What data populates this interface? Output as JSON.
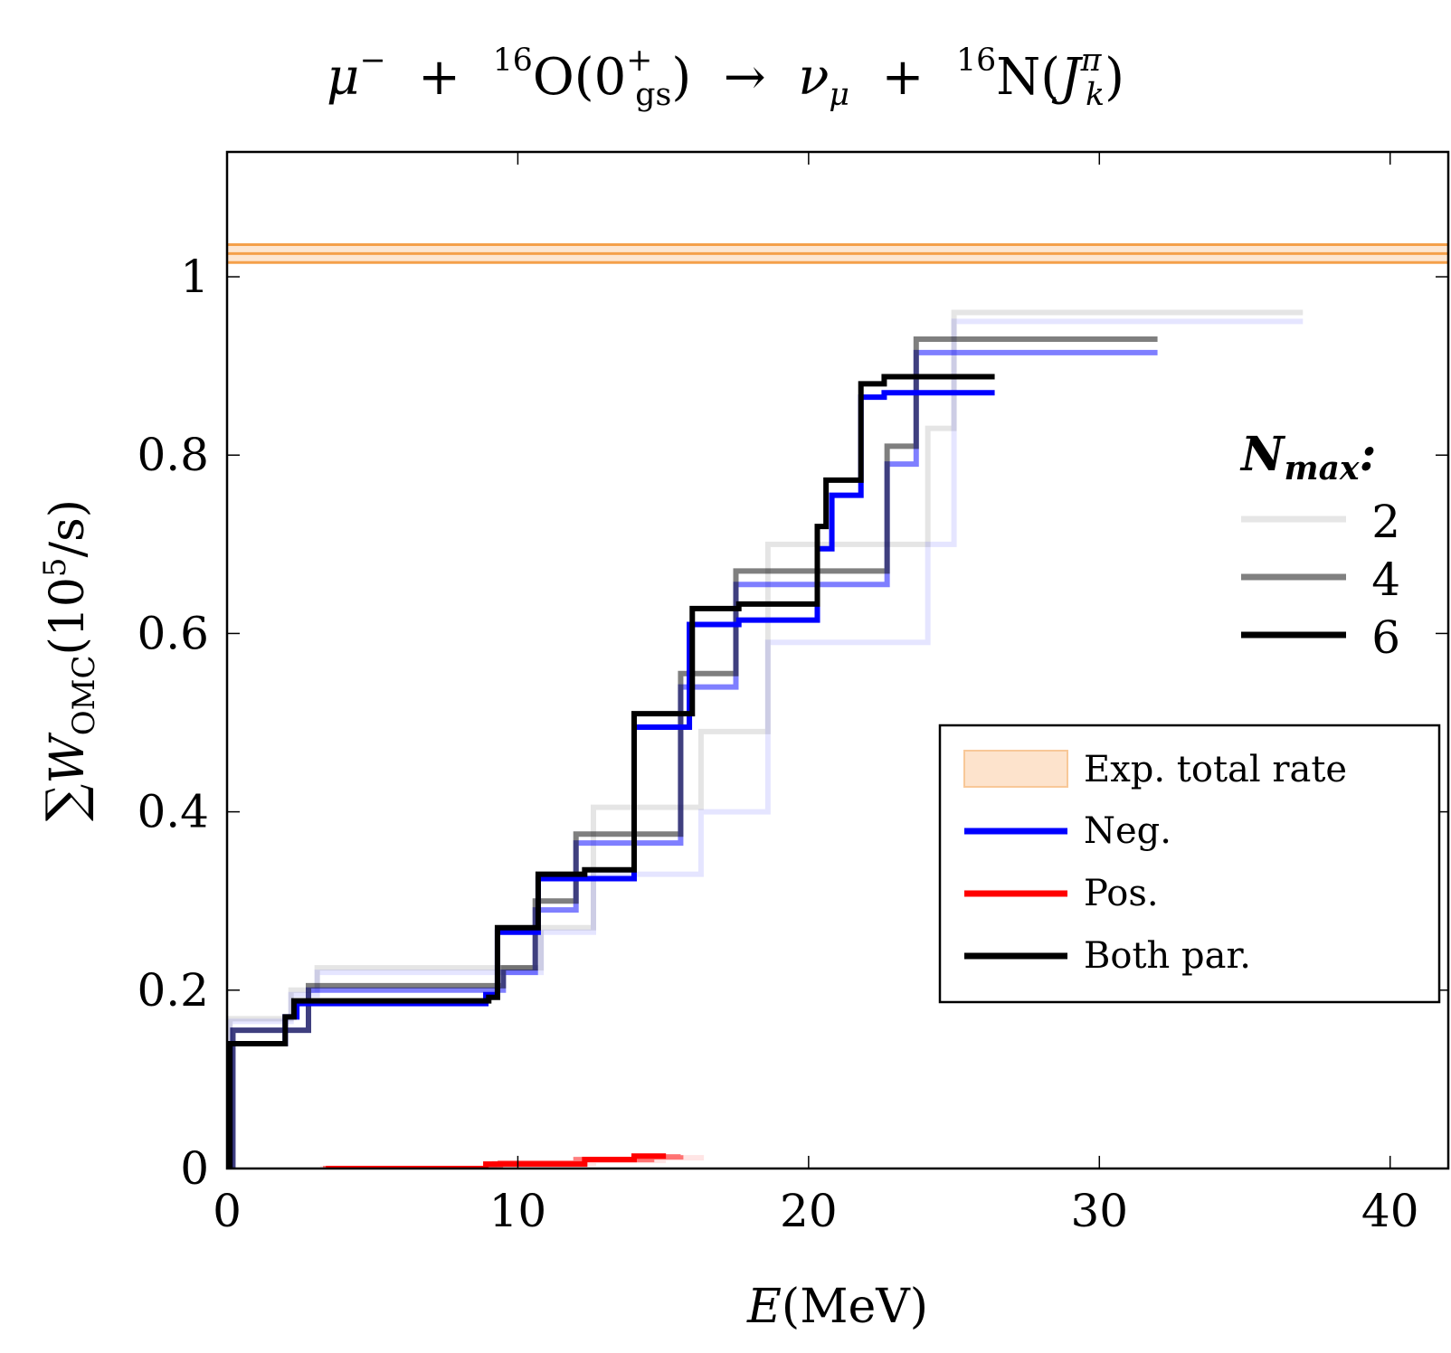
{
  "title": {
    "mu": "μ",
    "mu_sup": "−",
    "plus1": "+",
    "o_mass": "16",
    "o_elem": "O(0",
    "o_sup": "+",
    "o_sub": "gs",
    "o_close": ")",
    "arrow": "→",
    "nu": "ν",
    "nu_sub": "μ",
    "plus2": "+",
    "n_mass": "16",
    "n_elem": "N(",
    "j": "J",
    "j_sup": "π",
    "j_sub": "k",
    "n_close": ")"
  },
  "chart_data": {
    "type": "line",
    "step": true,
    "xlabel": "E(MeV)",
    "ylabel": "∑W_OMC(10^5/s)",
    "xlim": [
      0,
      42
    ],
    "ylim": [
      0,
      1.14
    ],
    "x_ticks": [
      0,
      10,
      20,
      30,
      40
    ],
    "x_tick_labels": [
      "0",
      "10",
      "20",
      "30",
      "40"
    ],
    "y_ticks": [
      0,
      0.2,
      0.4,
      0.6,
      0.8,
      1
    ],
    "y_tick_labels": [
      "0",
      "0.2",
      "0.4",
      "0.6",
      "0.8",
      "1"
    ],
    "grid": false,
    "band": {
      "name": "Exp. total rate",
      "y_low": 1.016,
      "y_center": 1.026,
      "y_high": 1.036,
      "color": "#f4a04a"
    },
    "legend": {
      "placement": "lower-right",
      "entries": [
        {
          "label": "Exp. total rate",
          "color": "#fde3cc"
        },
        {
          "label": "Neg.",
          "color": "#0000ff"
        },
        {
          "label": "Pos.",
          "color": "#ff0000"
        },
        {
          "label": "Both par.",
          "color": "#000000"
        }
      ]
    },
    "nmax_legend": {
      "title": "N",
      "title_sub": "max",
      "title_colon": ":",
      "placement": "right",
      "entries": [
        {
          "label": "2",
          "color": "#e6e6e6"
        },
        {
          "label": "4",
          "color": "#808080"
        },
        {
          "label": "6",
          "color": "#000000"
        }
      ]
    },
    "series": [
      {
        "parity": "Neg.",
        "nmax": 2,
        "color": "#0000ff",
        "opacity": 0.1,
        "x": [
          0.1,
          2.2,
          3.1,
          9.2,
          10.8,
          12.6,
          16.3,
          18.6,
          24.1,
          25.0,
          37.0
        ],
        "y": [
          0.165,
          0.195,
          0.22,
          0.22,
          0.265,
          0.33,
          0.4,
          0.59,
          0.7,
          0.95,
          0.95
        ]
      },
      {
        "parity": "Both par.",
        "nmax": 2,
        "color": "#000000",
        "opacity": 0.1,
        "x": [
          0.1,
          2.2,
          3.1,
          9.2,
          10.8,
          12.6,
          16.3,
          18.6,
          24.1,
          25.0,
          37.0
        ],
        "y": [
          0.168,
          0.2,
          0.225,
          0.225,
          0.27,
          0.405,
          0.49,
          0.7,
          0.83,
          0.96,
          0.96
        ]
      },
      {
        "parity": "Neg.",
        "nmax": 4,
        "color": "#0000ff",
        "opacity": 0.5,
        "x": [
          0.2,
          2.8,
          9.5,
          10.6,
          12.0,
          15.6,
          17.5,
          22.7,
          23.7,
          32.0
        ],
        "y": [
          0.155,
          0.2,
          0.22,
          0.29,
          0.365,
          0.54,
          0.655,
          0.79,
          0.915,
          0.915
        ]
      },
      {
        "parity": "Both par.",
        "nmax": 4,
        "color": "#000000",
        "opacity": 0.5,
        "x": [
          0.2,
          2.8,
          9.5,
          10.6,
          12.0,
          15.6,
          17.5,
          22.7,
          23.7,
          32.0
        ],
        "y": [
          0.155,
          0.205,
          0.225,
          0.3,
          0.375,
          0.555,
          0.67,
          0.81,
          0.93,
          0.93
        ]
      },
      {
        "parity": "Neg.",
        "nmax": 6,
        "color": "#0000ff",
        "opacity": 1.0,
        "x": [
          0.1,
          2.0,
          2.4,
          8.9,
          9.3,
          10.7,
          12.2,
          14.0,
          15.9,
          17.6,
          20.3,
          20.8,
          21.8,
          22.6,
          26.4
        ],
        "y": [
          0.14,
          0.17,
          0.185,
          0.195,
          0.265,
          0.325,
          0.325,
          0.495,
          0.61,
          0.615,
          0.695,
          0.755,
          0.865,
          0.87,
          0.87
        ]
      },
      {
        "parity": "Both par.",
        "nmax": 6,
        "color": "#000000",
        "opacity": 1.0,
        "x": [
          0.1,
          2.0,
          2.3,
          9.0,
          9.3,
          10.7,
          12.3,
          14.0,
          16.0,
          17.6,
          20.3,
          20.6,
          21.8,
          22.6,
          26.4
        ],
        "y": [
          0.14,
          0.17,
          0.188,
          0.192,
          0.27,
          0.33,
          0.335,
          0.51,
          0.628,
          0.633,
          0.72,
          0.772,
          0.88,
          0.888,
          0.888
        ]
      },
      {
        "parity": "Pos.",
        "nmax": 2,
        "color": "#ff0000",
        "opacity": 0.1,
        "x": [
          3.2,
          9.2,
          12.6,
          15.0,
          16.4
        ],
        "y": [
          0.0,
          0.006,
          0.009,
          0.012,
          0.012
        ]
      },
      {
        "parity": "Pos.",
        "nmax": 4,
        "color": "#ff0000",
        "opacity": 0.5,
        "x": [
          3.3,
          9.4,
          12.0,
          14.6,
          15.6
        ],
        "y": [
          0.0,
          0.006,
          0.01,
          0.013,
          0.015
        ]
      },
      {
        "parity": "Pos.",
        "nmax": 6,
        "color": "#ff0000",
        "opacity": 1.0,
        "x": [
          3.4,
          8.9,
          12.3,
          14.0,
          15.0
        ],
        "y": [
          0.0,
          0.005,
          0.01,
          0.014,
          0.017
        ]
      }
    ]
  }
}
